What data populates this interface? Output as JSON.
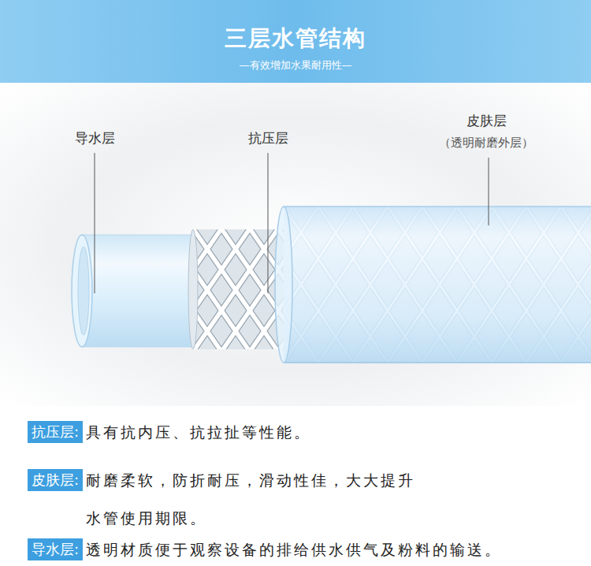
{
  "diagram": {
    "title": "三层水管结构",
    "nodes": [
      {
        "text": [
          "抗压层:",
          "具有抗内压、抗拉扯等性能。"
        ]
      },
      {
        "text": [
          "皮肤层:",
          "耐磨柔软，防折耐压，滑动性佳，大大提升 水管使用期限。"
        ]
      },
      {
        "text": [
          "导水层:",
          "透明材质便于观察设备的排给供水供气及粉料的输送。"
        ]
      }
    ],
    "labels": [
      "—有效增加水果耐用性—",
      "导水层",
      "抗压层",
      "皮肤层",
      "（透明耐磨外层）"
    ]
  }
}
